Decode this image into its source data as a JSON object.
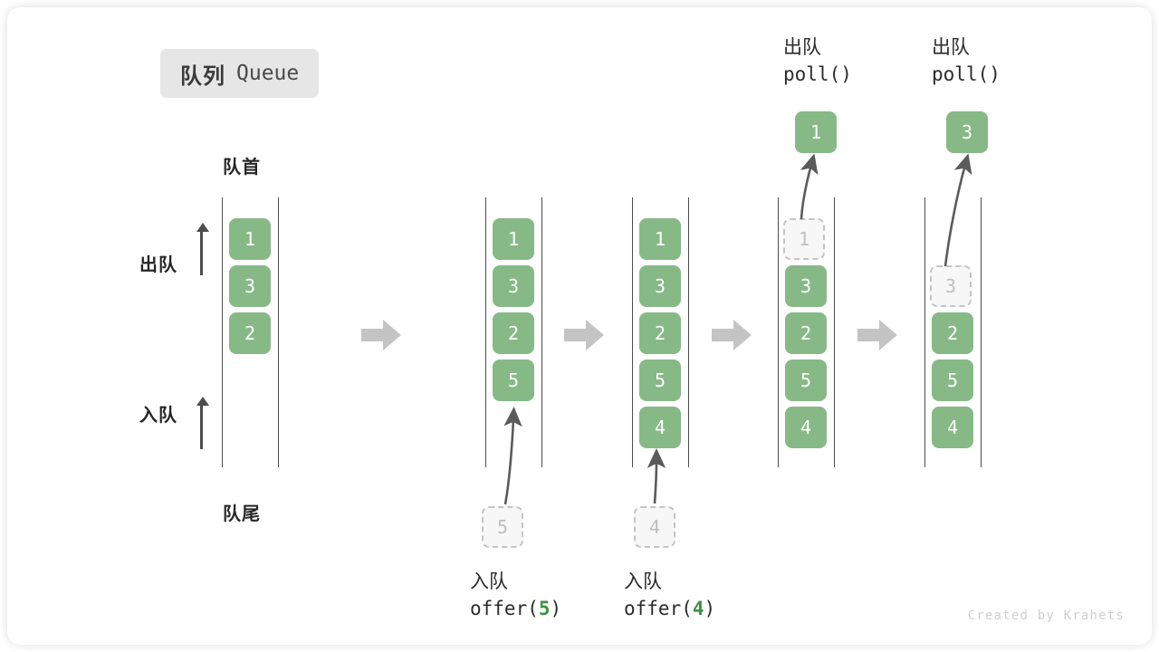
{
  "title": {
    "cn": "队列",
    "en": "Queue"
  },
  "labels": {
    "head": "队首",
    "tail": "队尾",
    "dequeue": "出队",
    "enqueue": "入队"
  },
  "watermark": "Created by Krahets",
  "colors": {
    "cell_fill": "#87b987",
    "cell_text": "#ffffff",
    "ghost_fill": "#f7f7f7",
    "ghost_border": "#c4c4c4",
    "ghost_text": "#bfbfbf",
    "rail": "#4d4d4d",
    "badge_bg": "#e6e6e6",
    "block_arrow": "#c4c4c4",
    "accent_green": "#3f9142",
    "watermark": "#cfcfcf"
  },
  "stages": [
    {
      "name": "initial",
      "cells": [
        {
          "value": "1",
          "state": "filled"
        },
        {
          "value": "3",
          "state": "filled"
        },
        {
          "value": "2",
          "state": "filled"
        }
      ],
      "incoming": null,
      "outgoing": null,
      "caption_top": null,
      "caption_bottom": null
    },
    {
      "name": "offer-5",
      "cells": [
        {
          "value": "1",
          "state": "filled"
        },
        {
          "value": "3",
          "state": "filled"
        },
        {
          "value": "2",
          "state": "filled"
        },
        {
          "value": "5",
          "state": "filled"
        }
      ],
      "incoming": {
        "value": "5",
        "state": "ghost"
      },
      "outgoing": null,
      "caption_top": null,
      "caption_bottom": {
        "cn": "入队",
        "fn": "offer",
        "arg": "5"
      }
    },
    {
      "name": "offer-4",
      "cells": [
        {
          "value": "1",
          "state": "filled"
        },
        {
          "value": "3",
          "state": "filled"
        },
        {
          "value": "2",
          "state": "filled"
        },
        {
          "value": "5",
          "state": "filled"
        },
        {
          "value": "4",
          "state": "filled"
        }
      ],
      "incoming": {
        "value": "4",
        "state": "ghost"
      },
      "outgoing": null,
      "caption_top": null,
      "caption_bottom": {
        "cn": "入队",
        "fn": "offer",
        "arg": "4"
      }
    },
    {
      "name": "poll-1",
      "cells": [
        {
          "value": "1",
          "state": "ghost"
        },
        {
          "value": "3",
          "state": "filled"
        },
        {
          "value": "2",
          "state": "filled"
        },
        {
          "value": "5",
          "state": "filled"
        },
        {
          "value": "4",
          "state": "filled"
        }
      ],
      "incoming": null,
      "outgoing": {
        "value": "1",
        "state": "filled"
      },
      "caption_top": {
        "cn": "出队",
        "fn": "poll",
        "arg": ""
      },
      "caption_bottom": null
    },
    {
      "name": "poll-3",
      "cells": [
        {
          "value": "",
          "state": "empty"
        },
        {
          "value": "3",
          "state": "ghost"
        },
        {
          "value": "2",
          "state": "filled"
        },
        {
          "value": "5",
          "state": "filled"
        },
        {
          "value": "4",
          "state": "filled"
        }
      ],
      "incoming": null,
      "outgoing": {
        "value": "3",
        "state": "filled"
      },
      "caption_top": {
        "cn": "出队",
        "fn": "poll",
        "arg": ""
      },
      "caption_bottom": null
    }
  ]
}
